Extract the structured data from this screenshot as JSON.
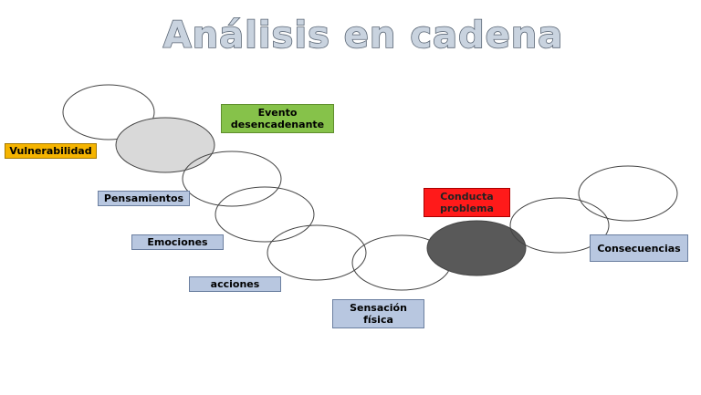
{
  "title": "Análisis en cadena",
  "colors": {
    "ring_stroke": "#444444",
    "ring_fill": "#ffffff",
    "vulnerability_ring_fill": "#d9d9d9",
    "problem_ring_fill": "#595959",
    "event_label": "#86c24a",
    "problem_label": "#ff1a1a",
    "vulnerability_label": "#f5b400",
    "step_label": "#b8c7e0"
  },
  "labels": {
    "vulnerabilidad": "Vulnerabilidad",
    "evento": "Evento\ndesencadenante",
    "pensamientos": "Pensamientos",
    "emociones": "Emociones",
    "acciones": "acciones",
    "sensacion": "Sensación\nfísica",
    "conducta": "Conducta\nproblema",
    "consecuencias": "Consecuencias"
  }
}
